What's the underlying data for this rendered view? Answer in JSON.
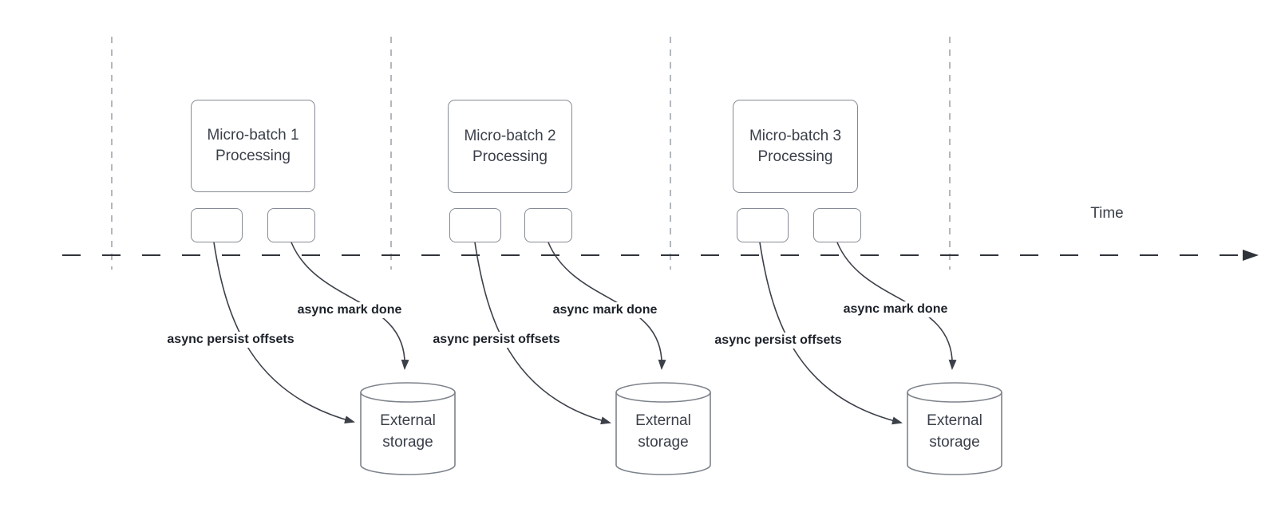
{
  "timeline": {
    "label": "Time"
  },
  "batches": [
    {
      "title_line1": "Micro-batch 1",
      "title_line2": "Processing",
      "offsets_label": "async persist offsets",
      "mark_done_label": "async mark done",
      "storage_line1": "External",
      "storage_line2": "storage"
    },
    {
      "title_line1": "Micro-batch 2",
      "title_line2": "Processing",
      "offsets_label": "async persist offsets",
      "mark_done_label": "async mark done",
      "storage_line1": "External",
      "storage_line2": "storage"
    },
    {
      "title_line1": "Micro-batch 3",
      "title_line2": "Processing",
      "offsets_label": "async persist offsets",
      "mark_done_label": "async mark done",
      "storage_line1": "External",
      "storage_line2": "storage"
    }
  ],
  "colors": {
    "background": "#ffffff",
    "shape_stroke": "#858b94",
    "connector_stroke": "#3c4049",
    "timeline_stroke": "#30343a",
    "guide_line": "#b3b7bd",
    "node_text": "#3a3f49",
    "label_text": "#1d2129"
  }
}
